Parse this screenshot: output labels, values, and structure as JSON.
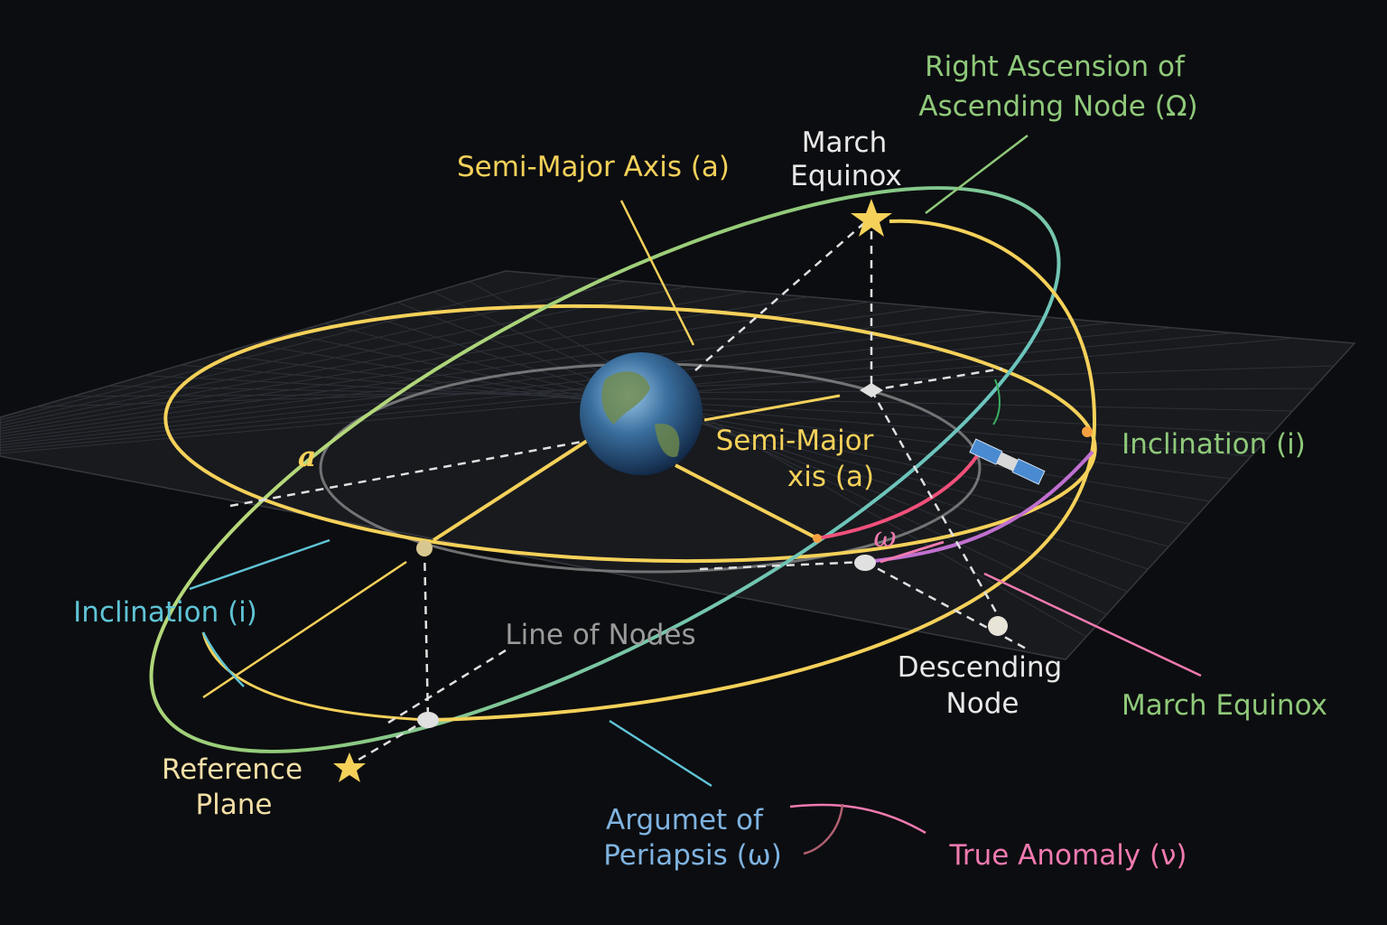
{
  "title": "Orbital Elements Diagram",
  "colors": {
    "background": "#0c0d10",
    "yellow": "#f5d15a",
    "green": "#8fc97a",
    "cyan": "#5fc3d6",
    "blue_label": "#7fb3e0",
    "pink": "#f07ab0",
    "white": "#e8e8e8",
    "gray": "#9a9a9a",
    "cream": "#f3dfa6"
  },
  "labels": {
    "raan_line1": "Right Ascension of",
    "raan_line2": "Ascending Node (Ω)",
    "march_equinox_top_1": "March",
    "march_equinox_top_2": "Equinox",
    "semi_major_top": "Semi-Major Axis (a)",
    "a_left": "a",
    "semi_major_mid_1": "Semi-Major",
    "semi_major_mid_2": "xis (a)",
    "inclination_right": "Inclination (i)",
    "omega_small": "ω",
    "inclination_left": "Inclination (i)",
    "line_of_nodes": "Line of Nodes",
    "descending_node_1": "Descending",
    "descending_node_2": "Node",
    "march_equinox_right": "March Equinox",
    "reference_plane_1": "Reference",
    "reference_plane_2": "Plane",
    "arg_periapsis_1": "Argumet of",
    "arg_periapsis_2": "Periapsis (ω)",
    "true_anomaly": "True Anomaly (ν)"
  },
  "icons": [
    "earth-icon",
    "star-icon",
    "satellite-icon"
  ]
}
